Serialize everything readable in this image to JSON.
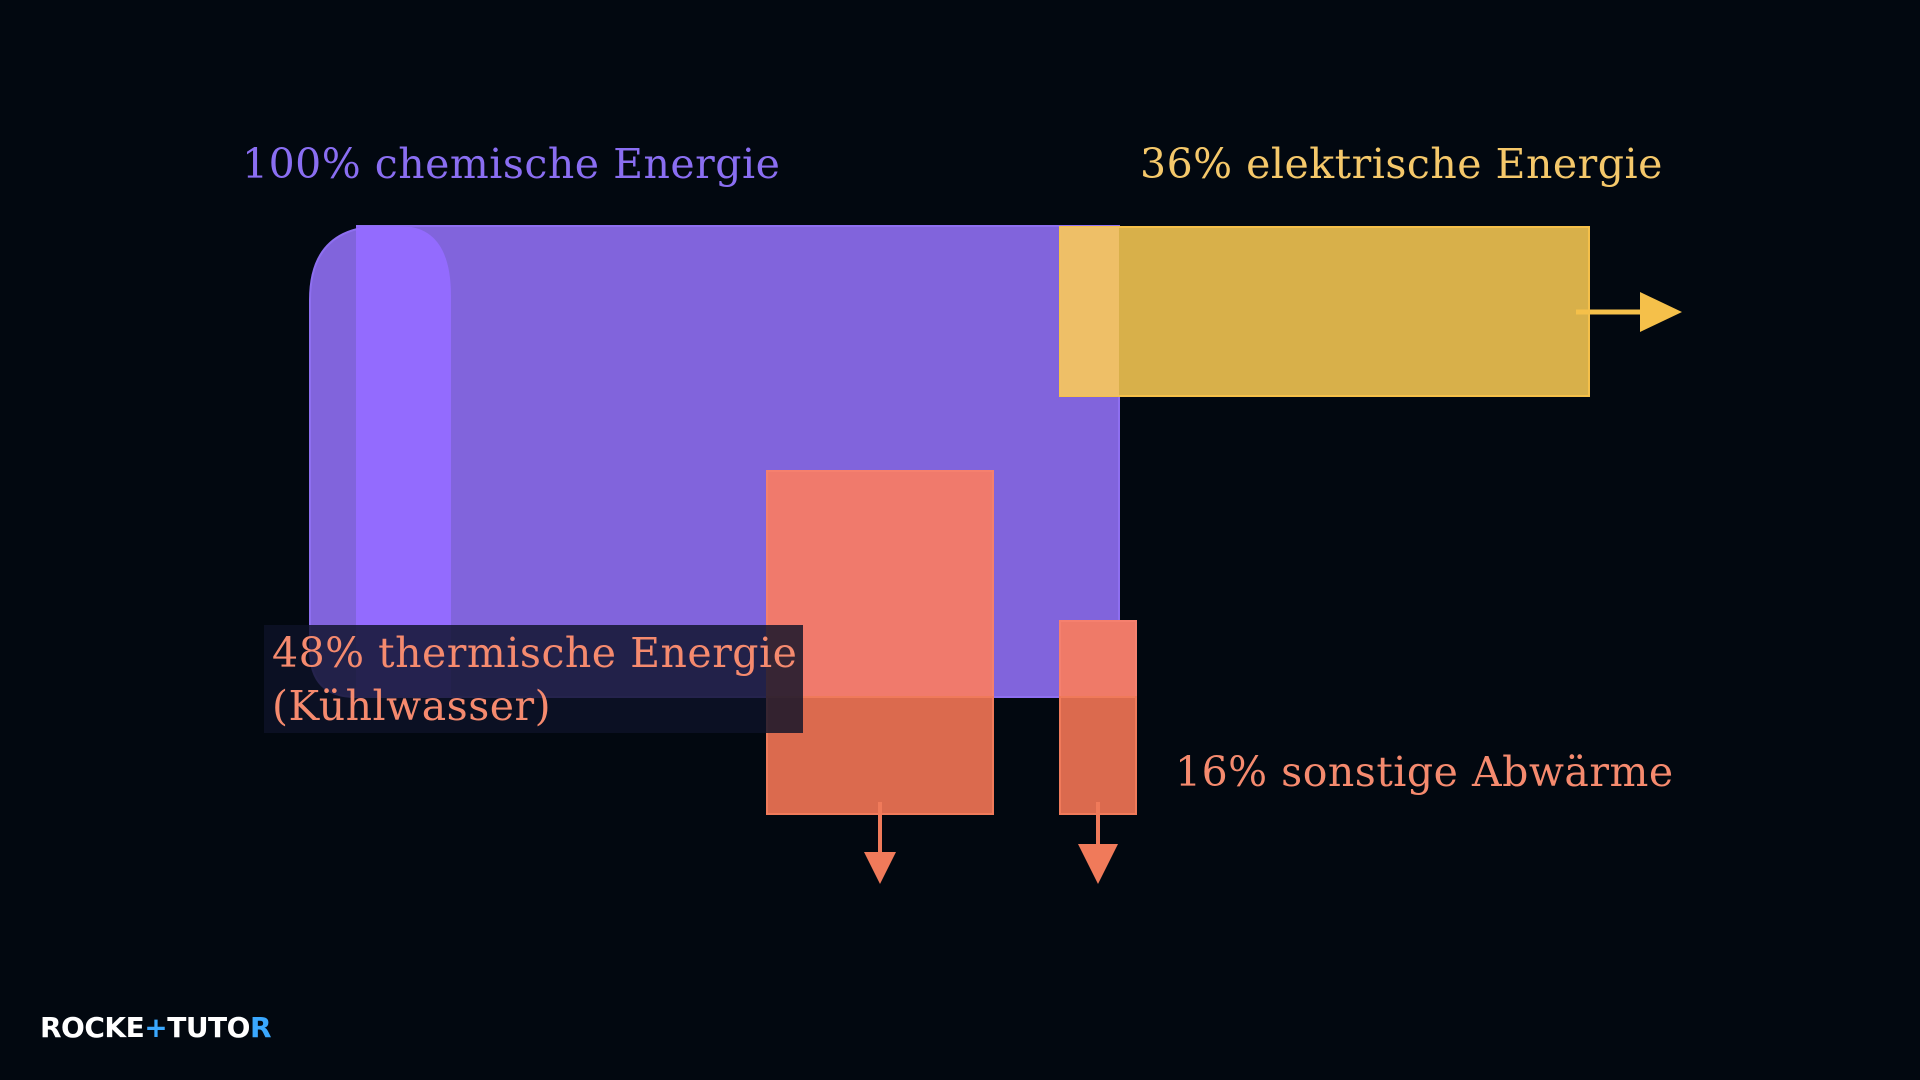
{
  "colors": {
    "background": "#020810",
    "chemical": "#8164dc",
    "chemical_highlight": "#946cff",
    "electric": "#f5c04a",
    "thermal": "#f07a68",
    "logo": "#ffffff",
    "logo_accent": "#3aa8ff"
  },
  "diagram": {
    "flows": [
      {
        "id": "chemical",
        "percent": 100,
        "label": "100% chemische Energie",
        "direction": "input"
      },
      {
        "id": "electric",
        "percent": 36,
        "label": "36% elektrische Energie",
        "direction": "right"
      },
      {
        "id": "thermal",
        "percent": 48,
        "label_line1": "48% thermische Energie",
        "label_line2": "(Kühlwasser)",
        "direction": "down"
      },
      {
        "id": "other",
        "percent": 16,
        "label": "16% sonstige Abwärme",
        "direction": "down"
      }
    ]
  },
  "logo": {
    "part1": "ROCKE",
    "plus": "+",
    "part2": "TUTO",
    "part3": "R",
    "icon": "rocket-tutor-logo-icon"
  }
}
